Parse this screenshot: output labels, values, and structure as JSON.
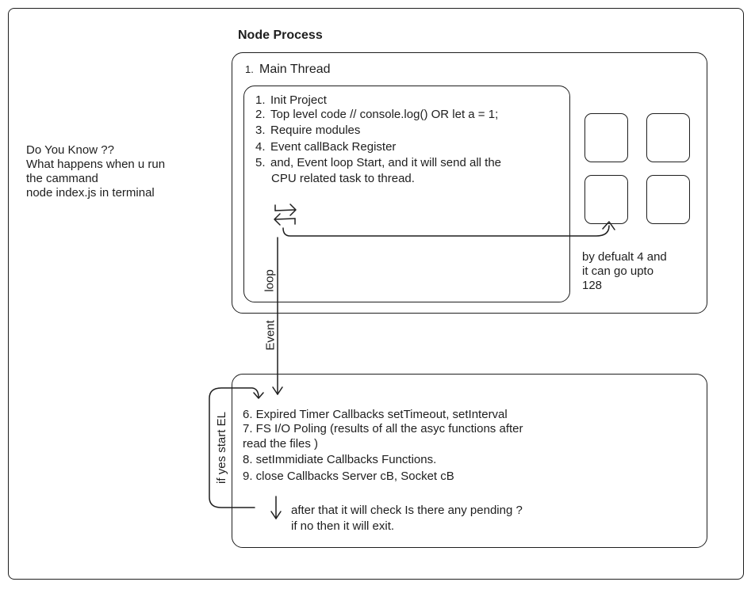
{
  "title": "Node Process",
  "intro": {
    "lines": [
      "Do You Know ??",
      "What happens when u run",
      "the cammand",
      "node index.js in terminal"
    ]
  },
  "main_thread": {
    "heading_number": "1.",
    "heading": "Main Thread",
    "steps": [
      {
        "num": "1.",
        "text": "Init Project"
      },
      {
        "num": "2.",
        "text": "Top level code // console.log() OR let a = 1;"
      },
      {
        "num": "3.",
        "text": "Require modules"
      },
      {
        "num": "4.",
        "text": "Event callBack Register"
      },
      {
        "num": "5.",
        "text": "and, Event loop Start, and it will send all the"
      }
    ],
    "step5_continued": "CPU related task to thread.",
    "loop_label": "loop"
  },
  "thread_pool": {
    "note_lines": [
      "by defualt 4 and",
      "it can go upto",
      "128"
    ]
  },
  "event_label": "Event",
  "event_loop": {
    "phases": [
      "6. Expired Timer Callbacks  setTimeout, setInterval",
      "7. FS I/O Poling (results of all the asyc functions after",
      "read the files )",
      "8. setImmidiate Callbacks Functions.",
      "9. close Callbacks Server cB, Socket cB"
    ],
    "restart_label": "if yes start EL",
    "pending_check": [
      "after that it will check Is there any pending ?",
      "if no then it will exit."
    ]
  }
}
